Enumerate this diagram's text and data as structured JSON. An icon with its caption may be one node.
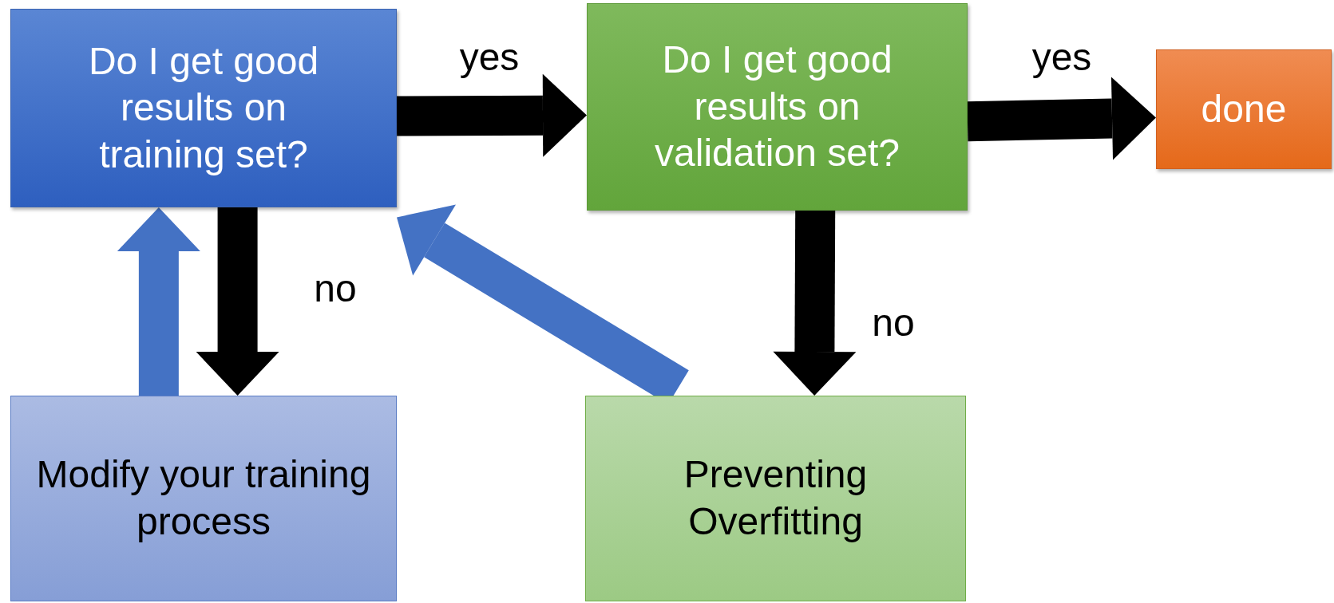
{
  "diagram": {
    "nodes": [
      {
        "text": [
          "Do I get good results on training set?"
        ]
      },
      {
        "text": [
          "Do I get good results on validation set?"
        ]
      },
      {
        "text": [
          "done"
        ]
      },
      {
        "text": [
          "Modify your training process"
        ]
      },
      {
        "text": [
          "Preventing Overfitting"
        ]
      }
    ],
    "edges": [
      {
        "from": 0,
        "to": 1,
        "arrow": "to",
        "label": "yes"
      },
      {
        "from": 1,
        "to": 2,
        "arrow": "to",
        "label": "yes"
      },
      {
        "from": 0,
        "to": 3,
        "arrow": "to",
        "label": "no"
      },
      {
        "from": 3,
        "to": 0,
        "arrow": "to",
        "color": "#4472c4"
      },
      {
        "from": 1,
        "to": 4,
        "arrow": "to",
        "label": "no"
      },
      {
        "from": 4,
        "to": 0,
        "arrow": "to",
        "color": "#4472c4"
      }
    ]
  }
}
